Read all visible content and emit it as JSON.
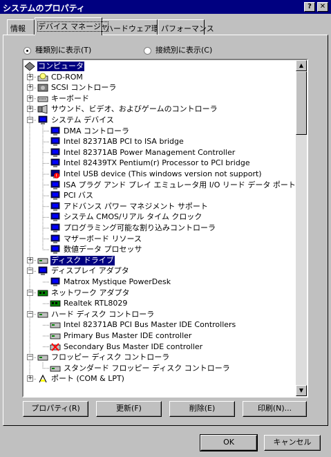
{
  "window": {
    "title": "システムのプロパティ",
    "help_button": "?",
    "close_button": "✕"
  },
  "tabs": [
    {
      "label": "情報",
      "active": false
    },
    {
      "label": "デバイス マネージャ",
      "active": true
    },
    {
      "label": "ハードウェア環境",
      "active": false
    },
    {
      "label": "パフォーマンス",
      "active": false
    }
  ],
  "view_options": {
    "by_type": {
      "label": "種類別に表示(T)",
      "selected": true
    },
    "by_connection": {
      "label": "接続別に表示(C)",
      "selected": false
    }
  },
  "tree": [
    {
      "label": "コンピュータ",
      "level": 0,
      "expander": "",
      "icon": "computer-icon",
      "selected": true
    },
    {
      "label": "CD-ROM",
      "level": 1,
      "expander": "+",
      "icon": "cdrom-icon"
    },
    {
      "label": "SCSI コントローラ",
      "level": 1,
      "expander": "+",
      "icon": "scsi-controller-icon"
    },
    {
      "label": "キーボード",
      "level": 1,
      "expander": "+",
      "icon": "keyboard-icon"
    },
    {
      "label": "サウンド、ビデオ、およびゲームのコントローラ",
      "level": 1,
      "expander": "+",
      "icon": "sound-icon"
    },
    {
      "label": "システム デバイス",
      "level": 1,
      "expander": "-",
      "icon": "system-device-icon"
    },
    {
      "label": "DMA コントローラ",
      "level": 2,
      "expander": "",
      "icon": "device-icon"
    },
    {
      "label": "Intel 82371AB PCI to ISA bridge",
      "level": 2,
      "expander": "",
      "icon": "device-icon"
    },
    {
      "label": "Intel 82371AB Power Management Controller",
      "level": 2,
      "expander": "",
      "icon": "device-icon"
    },
    {
      "label": "Intel 82439TX Pentium(r) Processor to PCI bridge",
      "level": 2,
      "expander": "",
      "icon": "device-icon"
    },
    {
      "label": "Intel USB device (This windows version not support)",
      "level": 2,
      "expander": "",
      "icon": "device-error-icon"
    },
    {
      "label": "ISA プラグ アンド プレイ エミュレータ用 I/O リード データ ポート",
      "level": 2,
      "expander": "",
      "icon": "device-icon"
    },
    {
      "label": "PCI バス",
      "level": 2,
      "expander": "",
      "icon": "device-icon"
    },
    {
      "label": "アドバンス パワー マネジメント サポート",
      "level": 2,
      "expander": "",
      "icon": "device-icon"
    },
    {
      "label": "システム CMOS/リアル タイム クロック",
      "level": 2,
      "expander": "",
      "icon": "device-icon"
    },
    {
      "label": "プログラミング可能な割り込みコントローラ",
      "level": 2,
      "expander": "",
      "icon": "device-icon"
    },
    {
      "label": "マザーボード リソース",
      "level": 2,
      "expander": "",
      "icon": "device-icon"
    },
    {
      "label": "数値データ プロセッサ",
      "level": 2,
      "expander": "",
      "icon": "device-icon"
    },
    {
      "label": "ディスク ドライブ",
      "level": 1,
      "expander": "+",
      "icon": "disk-drive-icon",
      "selected": true
    },
    {
      "label": "ディスプレイ アダプタ",
      "level": 1,
      "expander": "-",
      "icon": "display-adapter-icon"
    },
    {
      "label": "Matrox Mystique PowerDesk",
      "level": 2,
      "expander": "",
      "icon": "monitor-icon"
    },
    {
      "label": "ネットワーク アダプタ",
      "level": 1,
      "expander": "-",
      "icon": "network-adapter-icon"
    },
    {
      "label": "Realtek RTL8029",
      "level": 2,
      "expander": "",
      "icon": "network-card-icon"
    },
    {
      "label": "ハード ディスク コントローラ",
      "level": 1,
      "expander": "-",
      "icon": "hdd-controller-icon"
    },
    {
      "label": "Intel 82371AB PCI Bus Master IDE Controllers",
      "level": 2,
      "expander": "",
      "icon": "hdd-controller-icon"
    },
    {
      "label": "Primary Bus Master IDE controller",
      "level": 2,
      "expander": "",
      "icon": "hdd-controller-icon"
    },
    {
      "label": "Secondary Bus Master IDE controller",
      "level": 2,
      "expander": "",
      "icon": "hdd-disabled-icon"
    },
    {
      "label": "フロッピー ディスク コントローラ",
      "level": 1,
      "expander": "-",
      "icon": "hdd-controller-icon"
    },
    {
      "label": "スタンダード フロッピー ディスク コントローラ",
      "level": 2,
      "expander": "",
      "icon": "hdd-controller-icon"
    },
    {
      "label": "ポート (COM & LPT)",
      "level": 1,
      "expander": "+",
      "icon": "port-icon"
    }
  ],
  "buttons": {
    "properties": "プロパティ(R)",
    "refresh": "更新(F)",
    "remove": "削除(E)",
    "print": "印刷(N)..."
  },
  "footer": {
    "ok": "OK",
    "cancel": "キャンセル"
  },
  "colors": {
    "title_bar": "#000080",
    "selection": "#000080",
    "face": "#c0c0c0"
  }
}
